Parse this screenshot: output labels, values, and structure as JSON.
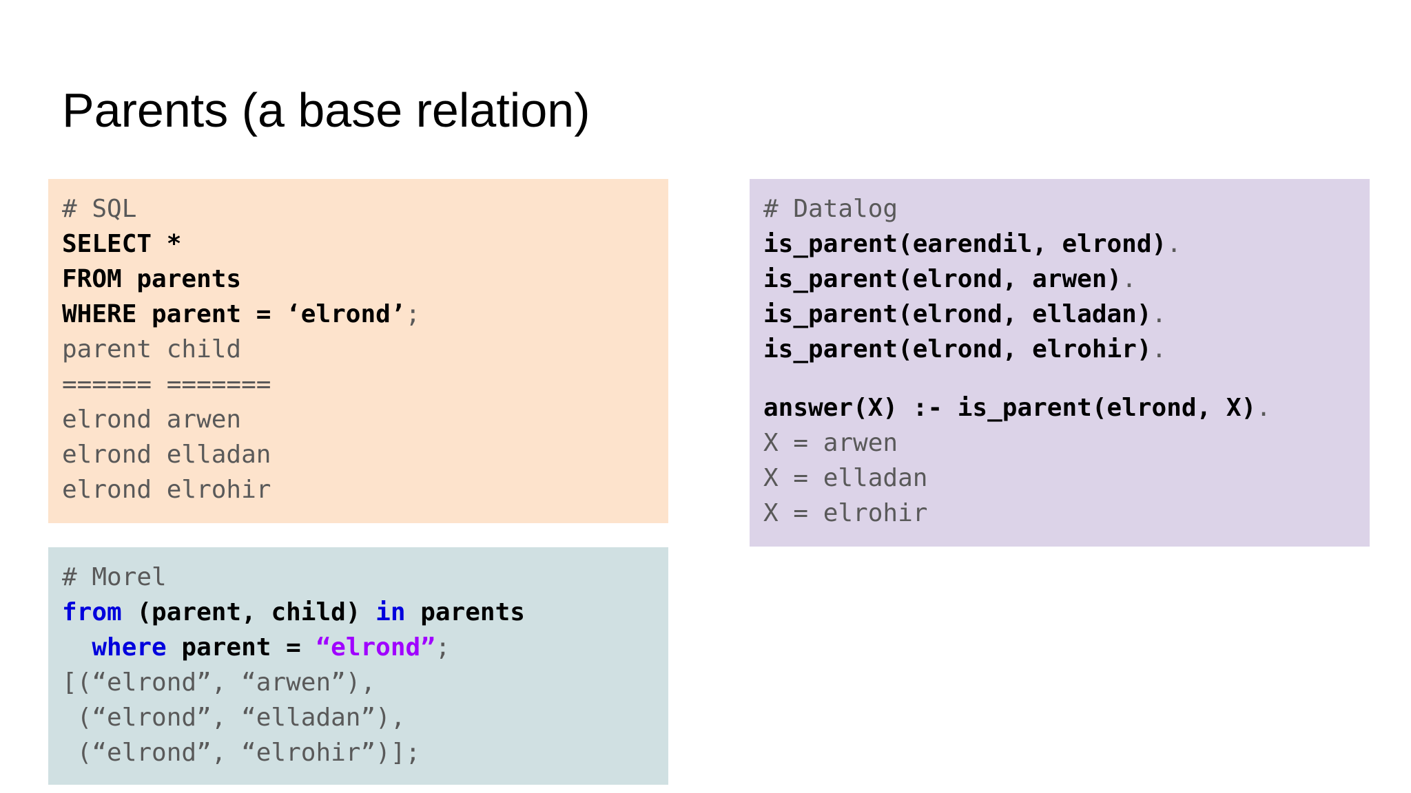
{
  "title": "Parents (a base relation)",
  "sql": {
    "comment": "# SQL",
    "line1": "SELECT *",
    "line2": "FROM parents",
    "line3_code": "WHERE parent = ‘elrond’",
    "line3_semicolon": ";",
    "result_header": "parent child",
    "result_rule": "====== =======",
    "rows": [
      "elrond arwen",
      "elrond elladan",
      "elrond elrohir"
    ]
  },
  "datalog": {
    "comment": "# Datalog",
    "facts": [
      "is_parent(earendil, elrond)",
      "is_parent(elrond, arwen)",
      "is_parent(elrond, elladan)",
      "is_parent(elrond, elrohir)"
    ],
    "period": ".",
    "rule": "answer(X) :- is_parent(elrond, X)",
    "results": [
      "X = arwen",
      "X = elladan",
      "X = elrohir"
    ]
  },
  "morel": {
    "comment": "# Morel",
    "kw_from": "from",
    "from_middle": " (parent, child) ",
    "kw_in": "in",
    "from_end": " parents",
    "indent": "  ",
    "kw_where": "where",
    "where_middle": " parent = ",
    "where_string": "“elrond”",
    "semicolon": ";",
    "results": [
      "[(“elrond”, “arwen”),",
      " (“elrond”, “elladan”),",
      " (“elrond”, “elrohir”)];"
    ]
  },
  "colors": {
    "sql_bg": "#fde3cc",
    "datalog_bg": "#dcd3e8",
    "morel_bg": "#d0e0e2",
    "keyword_blue": "#0000dd",
    "string_purple": "#a000ff",
    "output_gray": "#595959"
  }
}
